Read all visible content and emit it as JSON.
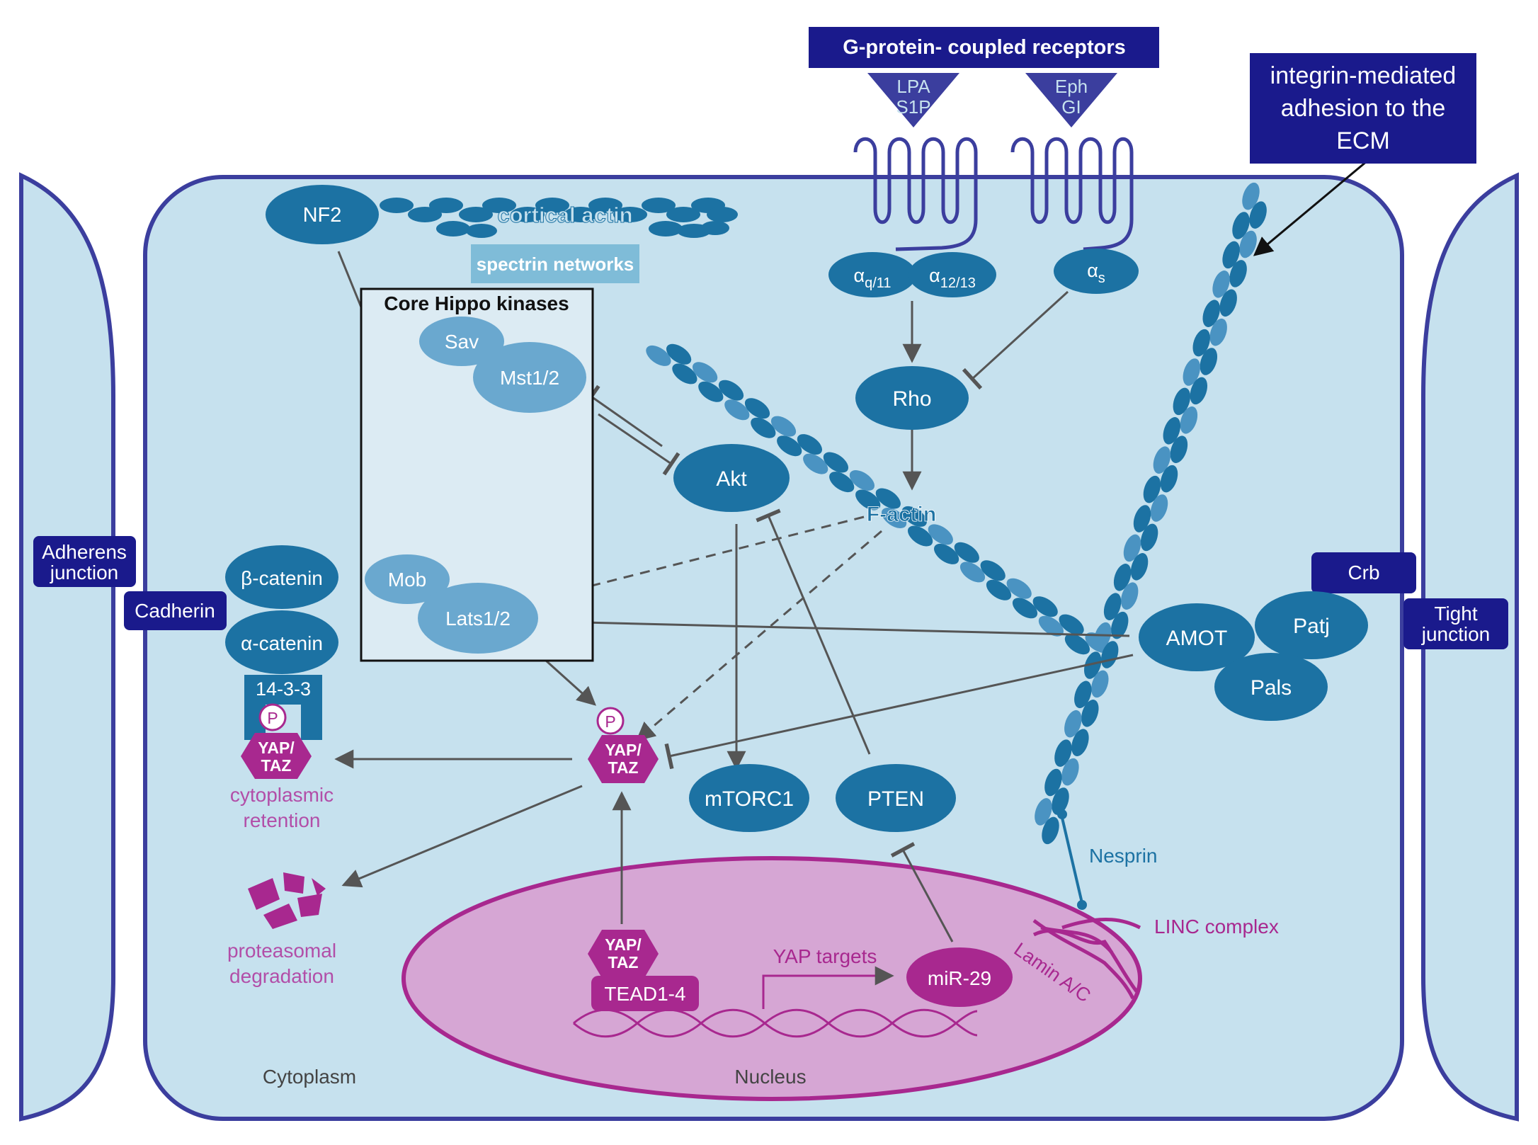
{
  "labels": {
    "gpcr_title": "G-protein- coupled receptors",
    "lpa": "LPA",
    "s1p": "S1P",
    "eph": "Eph",
    "gi": "GI",
    "integrin_l1": "integrin-mediated",
    "integrin_l2": "adhesion to the",
    "integrin_l3": "ECM",
    "nf2": "NF2",
    "cortical_actin": "cortical actin",
    "spectrin": "spectrin networks",
    "g_alpha_q11_sub": "q/11",
    "g_alpha_1213_sub": "12/13",
    "g_alpha_s_sub": "s",
    "alpha_symbol": "α",
    "core_hippo": "Core Hippo kinases",
    "sav": "Sav",
    "mst": "Mst1/2",
    "mob": "Mob",
    "lats": "Lats1/2",
    "rho": "Rho",
    "akt": "Akt",
    "factin": "F-actin",
    "adherens_l1": "Adherens",
    "adherens_l2": "junction",
    "cadherin": "Cadherin",
    "beta_catenin": "β-catenin",
    "alpha_catenin": "α-catenin",
    "p1433": "14-3-3",
    "phospho": "P",
    "yap_l1": "YAP/",
    "yap_l2": "TAZ",
    "cyto_ret_l1": "cytoplasmic",
    "cyto_ret_l2": "retention",
    "prot_l1": "proteasomal",
    "prot_l2": "degradation",
    "mtorc1": "mTORC1",
    "pten": "PTEN",
    "crb": "Crb",
    "tight_l1": "Tight",
    "tight_l2": "junction",
    "amot": "AMOT",
    "patj": "Patj",
    "pals": "Pals",
    "nesprin": "Nesprin",
    "linc": "LINC complex",
    "lamin": "Lamin A/C",
    "tead": "TEAD1-4",
    "yap_targets": "YAP targets",
    "mir29": "miR-29",
    "cytoplasm": "Cytoplasm",
    "nucleus": "Nucleus"
  },
  "colors": {
    "cell_fill": "#c6e1ee",
    "membrane": "#3b3e9e",
    "dark_node": "#1c72a3",
    "light_node": "#6aa8cf",
    "navy_label": "#1a1a8c",
    "magenta": "#a8288f",
    "nucleus_fill": "#d6a6d4",
    "text_pink": "#b24ea8",
    "arrow": "#555555"
  }
}
